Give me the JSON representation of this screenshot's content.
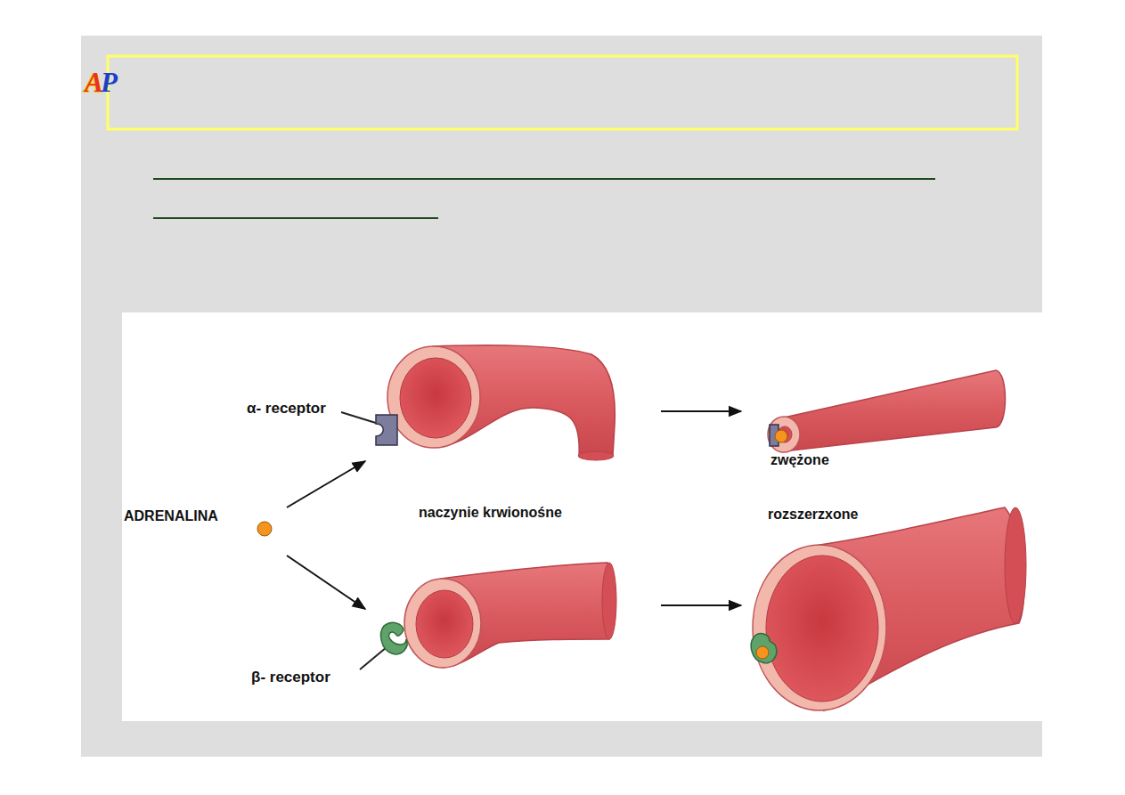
{
  "diagram": {
    "labels": [
      "A",
      "P",
      "α- receptor",
      "ADRENALINA",
      "naczynie krwionośne",
      "zwężone",
      "rozszerzxone",
      "β- receptor"
    ]
  }
}
